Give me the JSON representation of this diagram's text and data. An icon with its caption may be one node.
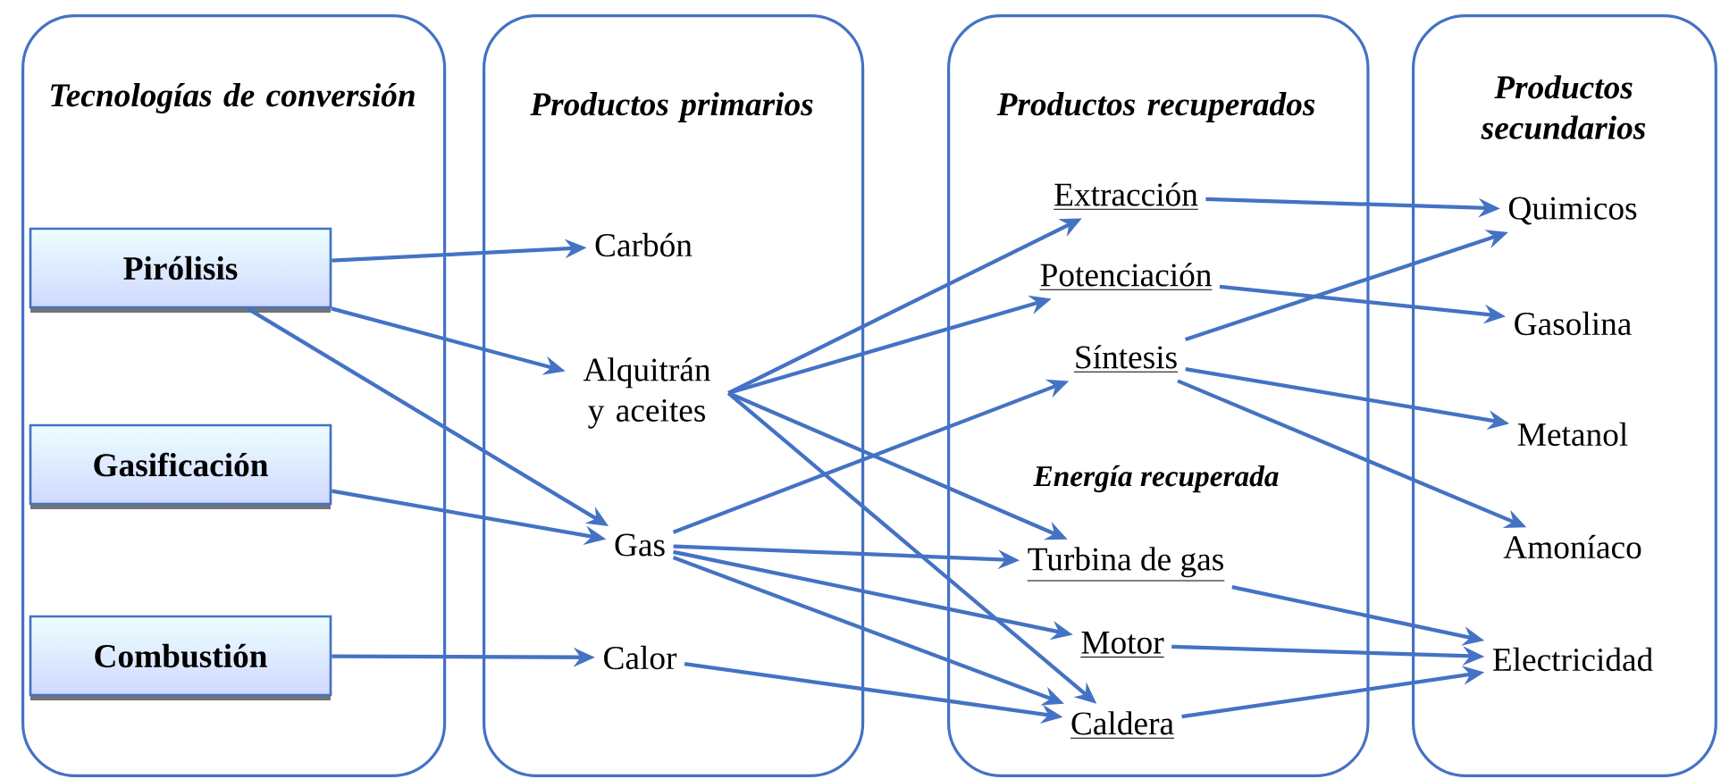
{
  "diagram": {
    "nodes": [
      {
        "text": [
          "Tecnologías de conversión"
        ]
      },
      {
        "text": [
          "Pirólisis"
        ],
        "in": 0
      },
      {
        "text": [
          "Gasificación"
        ],
        "in": 0
      },
      {
        "text": [
          "Combustión"
        ],
        "in": 0
      },
      {
        "text": [
          "Productos primarios"
        ]
      },
      {
        "text": [
          "Carbón"
        ],
        "in": 4
      },
      {
        "text": [
          "Alquitrán y aceites"
        ],
        "in": 4
      },
      {
        "text": [
          "Gas"
        ],
        "in": 4
      },
      {
        "text": [
          "Calor"
        ],
        "in": 4
      },
      {
        "text": [
          "Productos recuperados",
          "Energía recuperada"
        ]
      },
      {
        "text": [
          "Extracción"
        ],
        "in": 9
      },
      {
        "text": [
          "Potenciación"
        ],
        "in": 9
      },
      {
        "text": [
          "Síntesis"
        ],
        "in": 9
      },
      {
        "text": [
          "Turbina de gas"
        ],
        "in": 9
      },
      {
        "text": [
          "Motor"
        ],
        "in": 9
      },
      {
        "text": [
          "Caldera"
        ],
        "in": 9
      },
      {
        "text": [
          "Productos secundarios"
        ]
      },
      {
        "text": [
          "Quimicos"
        ],
        "in": 16
      },
      {
        "text": [
          "Gasolina"
        ],
        "in": 16
      },
      {
        "text": [
          "Metanol"
        ],
        "in": 16
      },
      {
        "text": [
          "Amoníaco"
        ],
        "in": 16
      },
      {
        "text": [
          "Electricidad"
        ],
        "in": 16
      }
    ],
    "edges": [
      {
        "from": 1,
        "to": 5,
        "arrow": "to"
      },
      {
        "from": 1,
        "to": 6,
        "arrow": "to"
      },
      {
        "from": 1,
        "to": 7,
        "arrow": "to"
      },
      {
        "from": 2,
        "to": 7,
        "arrow": "to"
      },
      {
        "from": 3,
        "to": 8,
        "arrow": "to"
      },
      {
        "from": 6,
        "to": 10,
        "arrow": "to"
      },
      {
        "from": 6,
        "to": 11,
        "arrow": "to"
      },
      {
        "from": 6,
        "to": 13,
        "arrow": "to"
      },
      {
        "from": 6,
        "to": 15,
        "arrow": "to"
      },
      {
        "from": 7,
        "to": 12,
        "arrow": "to"
      },
      {
        "from": 7,
        "to": 13,
        "arrow": "to"
      },
      {
        "from": 7,
        "to": 14,
        "arrow": "to"
      },
      {
        "from": 7,
        "to": 15,
        "arrow": "to"
      },
      {
        "from": 8,
        "to": 15,
        "arrow": "to"
      },
      {
        "from": 10,
        "to": 17,
        "arrow": "to"
      },
      {
        "from": 11,
        "to": 18,
        "arrow": "to"
      },
      {
        "from": 12,
        "to": 17,
        "arrow": "to"
      },
      {
        "from": 12,
        "to": 19,
        "arrow": "to"
      },
      {
        "from": 12,
        "to": 20,
        "arrow": "to"
      },
      {
        "from": 13,
        "to": 21,
        "arrow": "to"
      },
      {
        "from": 14,
        "to": 21,
        "arrow": "to"
      },
      {
        "from": 15,
        "to": 21,
        "arrow": "to"
      }
    ]
  }
}
